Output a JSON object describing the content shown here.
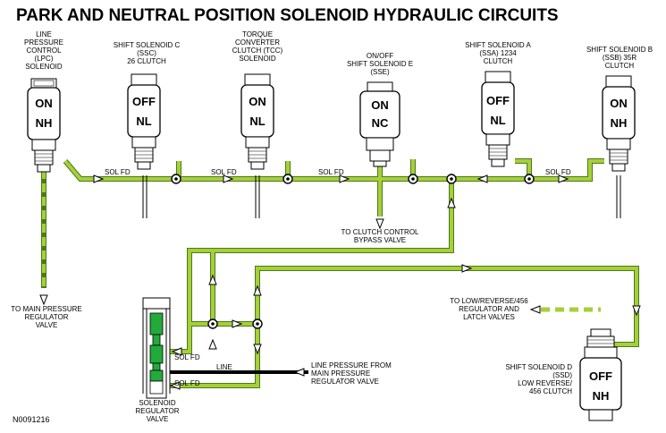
{
  "title": "PARK AND NEUTRAL POSITION SOLENOID HYDRAULIC CIRCUITS",
  "code": "N0091216",
  "colors": {
    "fluid": "#a6cf39",
    "fluid_edge": "#4a7a1c",
    "valve_green": "#22aa3a",
    "line_black": "#000000"
  },
  "solenoids": [
    {
      "id": "lpc",
      "label": [
        "LINE",
        "PRESSURE",
        "CONTROL",
        "(LPC)",
        "SOLENOID"
      ],
      "state": "ON",
      "type": "NH"
    },
    {
      "id": "ssc",
      "label": [
        "SHIFT SOLENOID C",
        "(SSC)",
        "26 CLUTCH"
      ],
      "state": "OFF",
      "type": "NL"
    },
    {
      "id": "tcc",
      "label": [
        "TORQUE",
        "CONVERTER",
        "CLUTCH (TCC)",
        "SOLENOID"
      ],
      "state": "ON",
      "type": "NL"
    },
    {
      "id": "sse",
      "label": [
        "ON/OFF",
        "SHIFT SOLENOID E",
        "(SSE)"
      ],
      "state": "ON",
      "type": "NC"
    },
    {
      "id": "ssa",
      "label": [
        "SHIFT SOLENOID A",
        "(SSA) 1234",
        "CLUTCH"
      ],
      "state": "OFF",
      "type": "NL"
    },
    {
      "id": "ssb",
      "label": [
        "SHIFT SOLENOID B",
        "(SSB) 35R",
        "CLUTCH"
      ],
      "state": "ON",
      "type": "NH"
    },
    {
      "id": "ssd",
      "label": [
        "SHIFT SOLENOID D",
        "(SSD)",
        "LOW REVERSE/",
        "456 CLUTCH"
      ],
      "state": "OFF",
      "type": "NH"
    }
  ],
  "line_labels": {
    "sol_fd": "SOL FD",
    "line": "LINE"
  },
  "notes": {
    "clutch_control": [
      "TO CLUTCH CONTROL",
      "BYPASS VALVE"
    ],
    "main_pressure": [
      "TO MAIN PRESSURE",
      "REGULATOR",
      "VALVE"
    ],
    "low_reverse": [
      "TO LOW/REVERSE/456",
      "REGULATOR AND",
      "LATCH VALVES"
    ],
    "line_pressure_from": [
      "LINE PRESSURE FROM",
      "MAIN PRESSURE",
      "REGULATOR VALVE"
    ],
    "regulator": [
      "SOLENOID",
      "REGULATOR",
      "VALVE"
    ]
  }
}
